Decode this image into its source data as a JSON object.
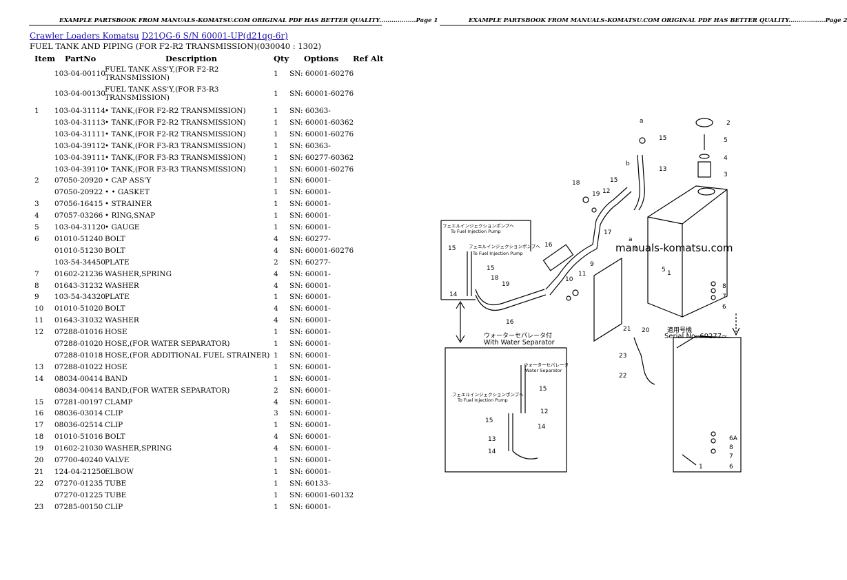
{
  "page1_header": "EXAMPLE PARTSBOOK FROM MANUALS-KOMATSU.COM ORIGINAL PDF HAS BETTER QUALITY..................Page 1",
  "page2_header": "EXAMPLE PARTSBOOK FROM MANUALS-KOMATSU.COM ORIGINAL PDF HAS BETTER QUALITY..................Page 2",
  "breadcrumb": {
    "link1": "Crawler Loaders Komatsu",
    "link2": "D21QG-6 S/N 60001-UP(d21qg-6r)"
  },
  "section_title": "FUEL TANK AND PIPING (FOR F2-R2 TRANSMISSION)(030040 : 1302)",
  "columns": {
    "item": "Item",
    "partno": "PartNo",
    "description": "Description",
    "qty": "Qty",
    "options": "Options",
    "refalt": "Ref Alt"
  },
  "rows": [
    {
      "item": "",
      "part": "103-04-00110",
      "desc": "FUEL TANK ASS'Y,(FOR F2-R2 TRANSMISSION)",
      "qty": "1",
      "opt": "SN:  60001-60276"
    },
    {
      "item": "",
      "part": "103-04-00130",
      "desc": "FUEL TANK ASS'Y,(FOR F3-R3 TRANSMISSION)",
      "qty": "1",
      "opt": "SN:  60001-60276"
    },
    {
      "item": "1",
      "part": "103-04-31114",
      "desc": "• TANK,(FOR F2-R2 TRANSMISSION)",
      "qty": "1",
      "opt": "SN:  60363-"
    },
    {
      "item": "",
      "part": "103-04-31113",
      "desc": "• TANK,(FOR F2-R2 TRANSMISSION)",
      "qty": "1",
      "opt": "SN:  60001-60362"
    },
    {
      "item": "",
      "part": "103-04-31111",
      "desc": "• TANK,(FOR F2-R2 TRANSMISSION)",
      "qty": "1",
      "opt": "SN:  60001-60276"
    },
    {
      "item": "",
      "part": "103-04-39112",
      "desc": "• TANK,(FOR F3-R3 TRANSMISSION)",
      "qty": "1",
      "opt": "SN:  60363-"
    },
    {
      "item": "",
      "part": "103-04-39111",
      "desc": "• TANK,(FOR F3-R3 TRANSMISSION)",
      "qty": "1",
      "opt": "SN:  60277-60362"
    },
    {
      "item": "",
      "part": "103-04-39110",
      "desc": "• TANK,(FOR F3-R3 TRANSMISSION)",
      "qty": "1",
      "opt": "SN:  60001-60276"
    },
    {
      "item": "2",
      "part": "07050-20920",
      "desc": "• CAP ASS'Y",
      "qty": "1",
      "opt": "SN:  60001-"
    },
    {
      "item": "",
      "part": "07050-20922",
      "desc": "• • GASKET",
      "qty": "1",
      "opt": "SN:  60001-"
    },
    {
      "item": "3",
      "part": "07056-16415",
      "desc": "• STRAINER",
      "qty": "1",
      "opt": "SN:  60001-"
    },
    {
      "item": "4",
      "part": "07057-03266",
      "desc": "• RING,SNAP",
      "qty": "1",
      "opt": "SN:  60001-"
    },
    {
      "item": "5",
      "part": "103-04-31120",
      "desc": "• GAUGE",
      "qty": "1",
      "opt": "SN:  60001-"
    },
    {
      "item": "6",
      "part": "01010-51240",
      "desc": "BOLT",
      "qty": "4",
      "opt": "SN:  60277-"
    },
    {
      "item": "",
      "part": "01010-51230",
      "desc": "BOLT",
      "qty": "4",
      "opt": "SN:  60001-60276"
    },
    {
      "item": "",
      "part": "103-54-34450",
      "desc": "PLATE",
      "qty": "2",
      "opt": "SN:  60277-"
    },
    {
      "item": "7",
      "part": "01602-21236",
      "desc": "WASHER,SPRING",
      "qty": "4",
      "opt": "SN:  60001-"
    },
    {
      "item": "8",
      "part": "01643-31232",
      "desc": "WASHER",
      "qty": "4",
      "opt": "SN:  60001-"
    },
    {
      "item": "9",
      "part": "103-54-34320",
      "desc": "PLATE",
      "qty": "1",
      "opt": "SN:  60001-"
    },
    {
      "item": "10",
      "part": "01010-51020",
      "desc": "BOLT",
      "qty": "4",
      "opt": "SN:  60001-"
    },
    {
      "item": "11",
      "part": "01643-31032",
      "desc": "WASHER",
      "qty": "4",
      "opt": "SN:  60001-"
    },
    {
      "item": "12",
      "part": "07288-01016",
      "desc": "HOSE",
      "qty": "1",
      "opt": "SN:  60001-"
    },
    {
      "item": "",
      "part": "07288-01020",
      "desc": "HOSE,(FOR WATER SEPARATOR)",
      "qty": "1",
      "opt": "SN:  60001-"
    },
    {
      "item": "",
      "part": "07288-01018",
      "desc": "HOSE,(FOR ADDITIONAL FUEL STRAINER)",
      "qty": "1",
      "opt": "SN:  60001-"
    },
    {
      "item": "13",
      "part": "07288-01022",
      "desc": "HOSE",
      "qty": "1",
      "opt": "SN:  60001-"
    },
    {
      "item": "14",
      "part": "08034-00414",
      "desc": "BAND",
      "qty": "1",
      "opt": "SN:  60001-"
    },
    {
      "item": "",
      "part": "08034-00414",
      "desc": "BAND,(FOR WATER SEPARATOR)",
      "qty": "2",
      "opt": "SN:  60001-"
    },
    {
      "item": "15",
      "part": "07281-00197",
      "desc": "CLAMP",
      "qty": "4",
      "opt": "SN:  60001-"
    },
    {
      "item": "16",
      "part": "08036-03014",
      "desc": "CLIP",
      "qty": "3",
      "opt": "SN:  60001-"
    },
    {
      "item": "17",
      "part": "08036-02514",
      "desc": "CLIP",
      "qty": "1",
      "opt": "SN:  60001-"
    },
    {
      "item": "18",
      "part": "01010-51016",
      "desc": "BOLT",
      "qty": "4",
      "opt": "SN:  60001-"
    },
    {
      "item": "19",
      "part": "01602-21030",
      "desc": "WASHER,SPRING",
      "qty": "4",
      "opt": "SN:  60001-"
    },
    {
      "item": "20",
      "part": "07700-40240",
      "desc": "VALVE",
      "qty": "1",
      "opt": "SN:  60001-"
    },
    {
      "item": "21",
      "part": "124-04-21250",
      "desc": "ELBOW",
      "qty": "1",
      "opt": "SN:  60001-"
    },
    {
      "item": "22",
      "part": "07270-01235",
      "desc": "TUBE",
      "qty": "1",
      "opt": "SN:  60133-"
    },
    {
      "item": "",
      "part": "07270-01225",
      "desc": "TUBE",
      "qty": "1",
      "opt": "SN:  60001-60132"
    },
    {
      "item": "23",
      "part": "07285-00150",
      "desc": "CLIP",
      "qty": "1",
      "opt": "SN:  60001-"
    }
  ],
  "diagram": {
    "watermark": "manuals-komatsu.com",
    "inset1_jp": "フェエルインジェクションポンプへ",
    "inset1_en": "To Fuel Injection Pump",
    "inset1_jp2": "フェエルインジェクションポンプへ",
    "inset1_en2": "To Fuel Injection Pump",
    "ws_jp": "ウォーターセパレータ付",
    "ws_en": "With Water Separator",
    "ws_label_jp": "ウォーターセパレータ",
    "ws_label_en": "Water Separator",
    "inset2_jp": "フェエルインジェクションポンプへ",
    "inset2_en": "To Fuel Injection Pump",
    "serial_jp": "適用号機",
    "serial_en": "Serial No. 60277~",
    "callouts": [
      "1",
      "2",
      "3",
      "4",
      "5",
      "6",
      "6A",
      "7",
      "8",
      "9",
      "10",
      "11",
      "12",
      "13",
      "14",
      "15",
      "16",
      "17",
      "18",
      "19",
      "20",
      "21",
      "22",
      "23",
      "a",
      "b"
    ]
  }
}
